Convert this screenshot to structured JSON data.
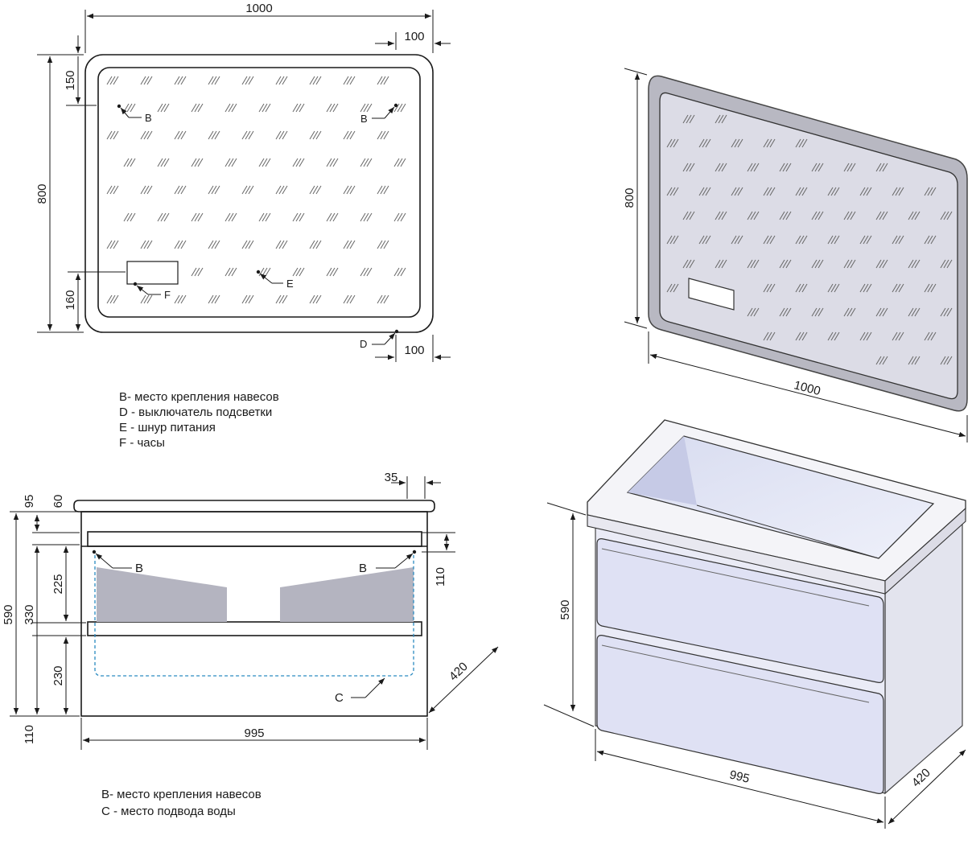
{
  "mirror_front": {
    "width": "1000",
    "edge_top_right": "100",
    "edge_bottom_right": "100",
    "height": "800",
    "top_offset": "150",
    "bottom_offset": "160",
    "labels": {
      "b_left": "B",
      "b_right": "B",
      "d": "D",
      "e": "E",
      "f": "F"
    }
  },
  "mirror_legend": [
    "B- место крепления навесов",
    "D - выключатель подсветки",
    "E - шнур питания",
    "F - часы"
  ],
  "mirror_iso": {
    "height": "800",
    "width": "1000"
  },
  "cabinet_front": {
    "top_95": "95",
    "top_60": "60",
    "right_35": "35",
    "right_110": "110",
    "h_590": "590",
    "h_330": "330",
    "h_225": "225",
    "h_230": "230",
    "h_110": "110",
    "width": "995",
    "depth": "420",
    "labels": {
      "b_left": "B",
      "b_right": "B",
      "c": "C"
    }
  },
  "cabinet_legend": [
    "B- место крепления навесов",
    "C - место подвода воды"
  ],
  "cabinet_iso": {
    "height": "590",
    "width": "995",
    "depth": "420"
  }
}
